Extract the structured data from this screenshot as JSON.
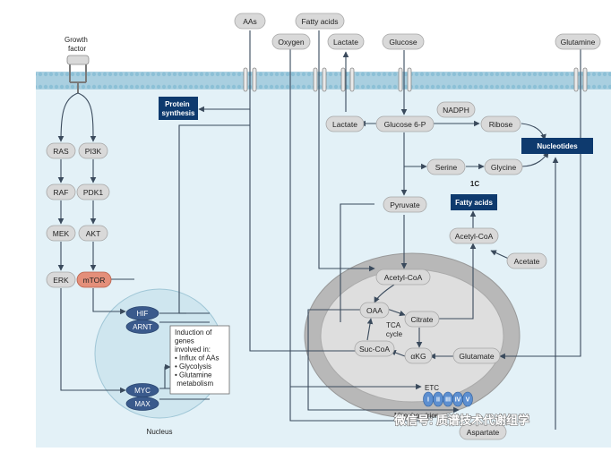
{
  "nodes": {
    "growth_factor": "Growth\nfactor",
    "aas": "AAs",
    "fatty_acids_top": "Fatty acids",
    "oxygen": "Oxygen",
    "lactate_top": "Lactate",
    "glucose": "Glucose",
    "glutamine": "Glutamine",
    "ras": "RAS",
    "pi3k": "PI3K",
    "raf": "RAF",
    "pdk1": "PDK1",
    "mek": "MEK",
    "akt": "AKT",
    "erk": "ERK",
    "mtor": "mTOR",
    "lactate_in": "Lactate",
    "glucose6p": "Glucose 6-P",
    "nadph": "NADPH",
    "ribose": "Ribose",
    "serine": "Serine",
    "glycine": "Glycine",
    "one_c": "1C",
    "pyruvate": "Pyruvate",
    "acetyl_coa_cyto": "Acetyl-CoA",
    "acetate": "Acetate",
    "acetyl_coa_mito": "Acetyl-CoA",
    "oaa": "OAA",
    "citrate": "Citrate",
    "tca_cycle": "TCA\ncycle",
    "suc_coa": "Suc-CoA",
    "akg": "αKG",
    "glutamate": "Glutamate",
    "etc": "ETC",
    "aspartate": "Aspartate",
    "mitochondrion": "Mitochondrion",
    "nucleus": "Nucleus"
  },
  "boxes": {
    "protein_synthesis": "Protein\nsynthesis",
    "nucleotides": "Nucleotides",
    "fatty_acids_out": "Fatty acids"
  },
  "transcription_factors": {
    "hif": "HIF",
    "arnt": "ARNT",
    "myc": "MYC",
    "max": "MAX"
  },
  "etc_complexes": [
    "I",
    "II",
    "III",
    "IV",
    "V"
  ],
  "gene_box": {
    "heading": "Induction of\ngenes\ninvolved in:",
    "items": [
      "• Influx of AAs",
      "• Glycolysis",
      "• Glutamine\n   metabolism"
    ]
  },
  "watermark": "微信号: 质谱技术代谢组学",
  "colors": {
    "membrane": "#a9cfe0",
    "cytoplasm": "#e3f1f7",
    "nucleus": "#cfe6ef",
    "mito_outer": "#b8b8b8",
    "mito_inner": "#dedede",
    "dark_box": "#0e3a6e",
    "mtor_fill": "#e48f7a",
    "tf_fill": "#3a5a8c"
  }
}
